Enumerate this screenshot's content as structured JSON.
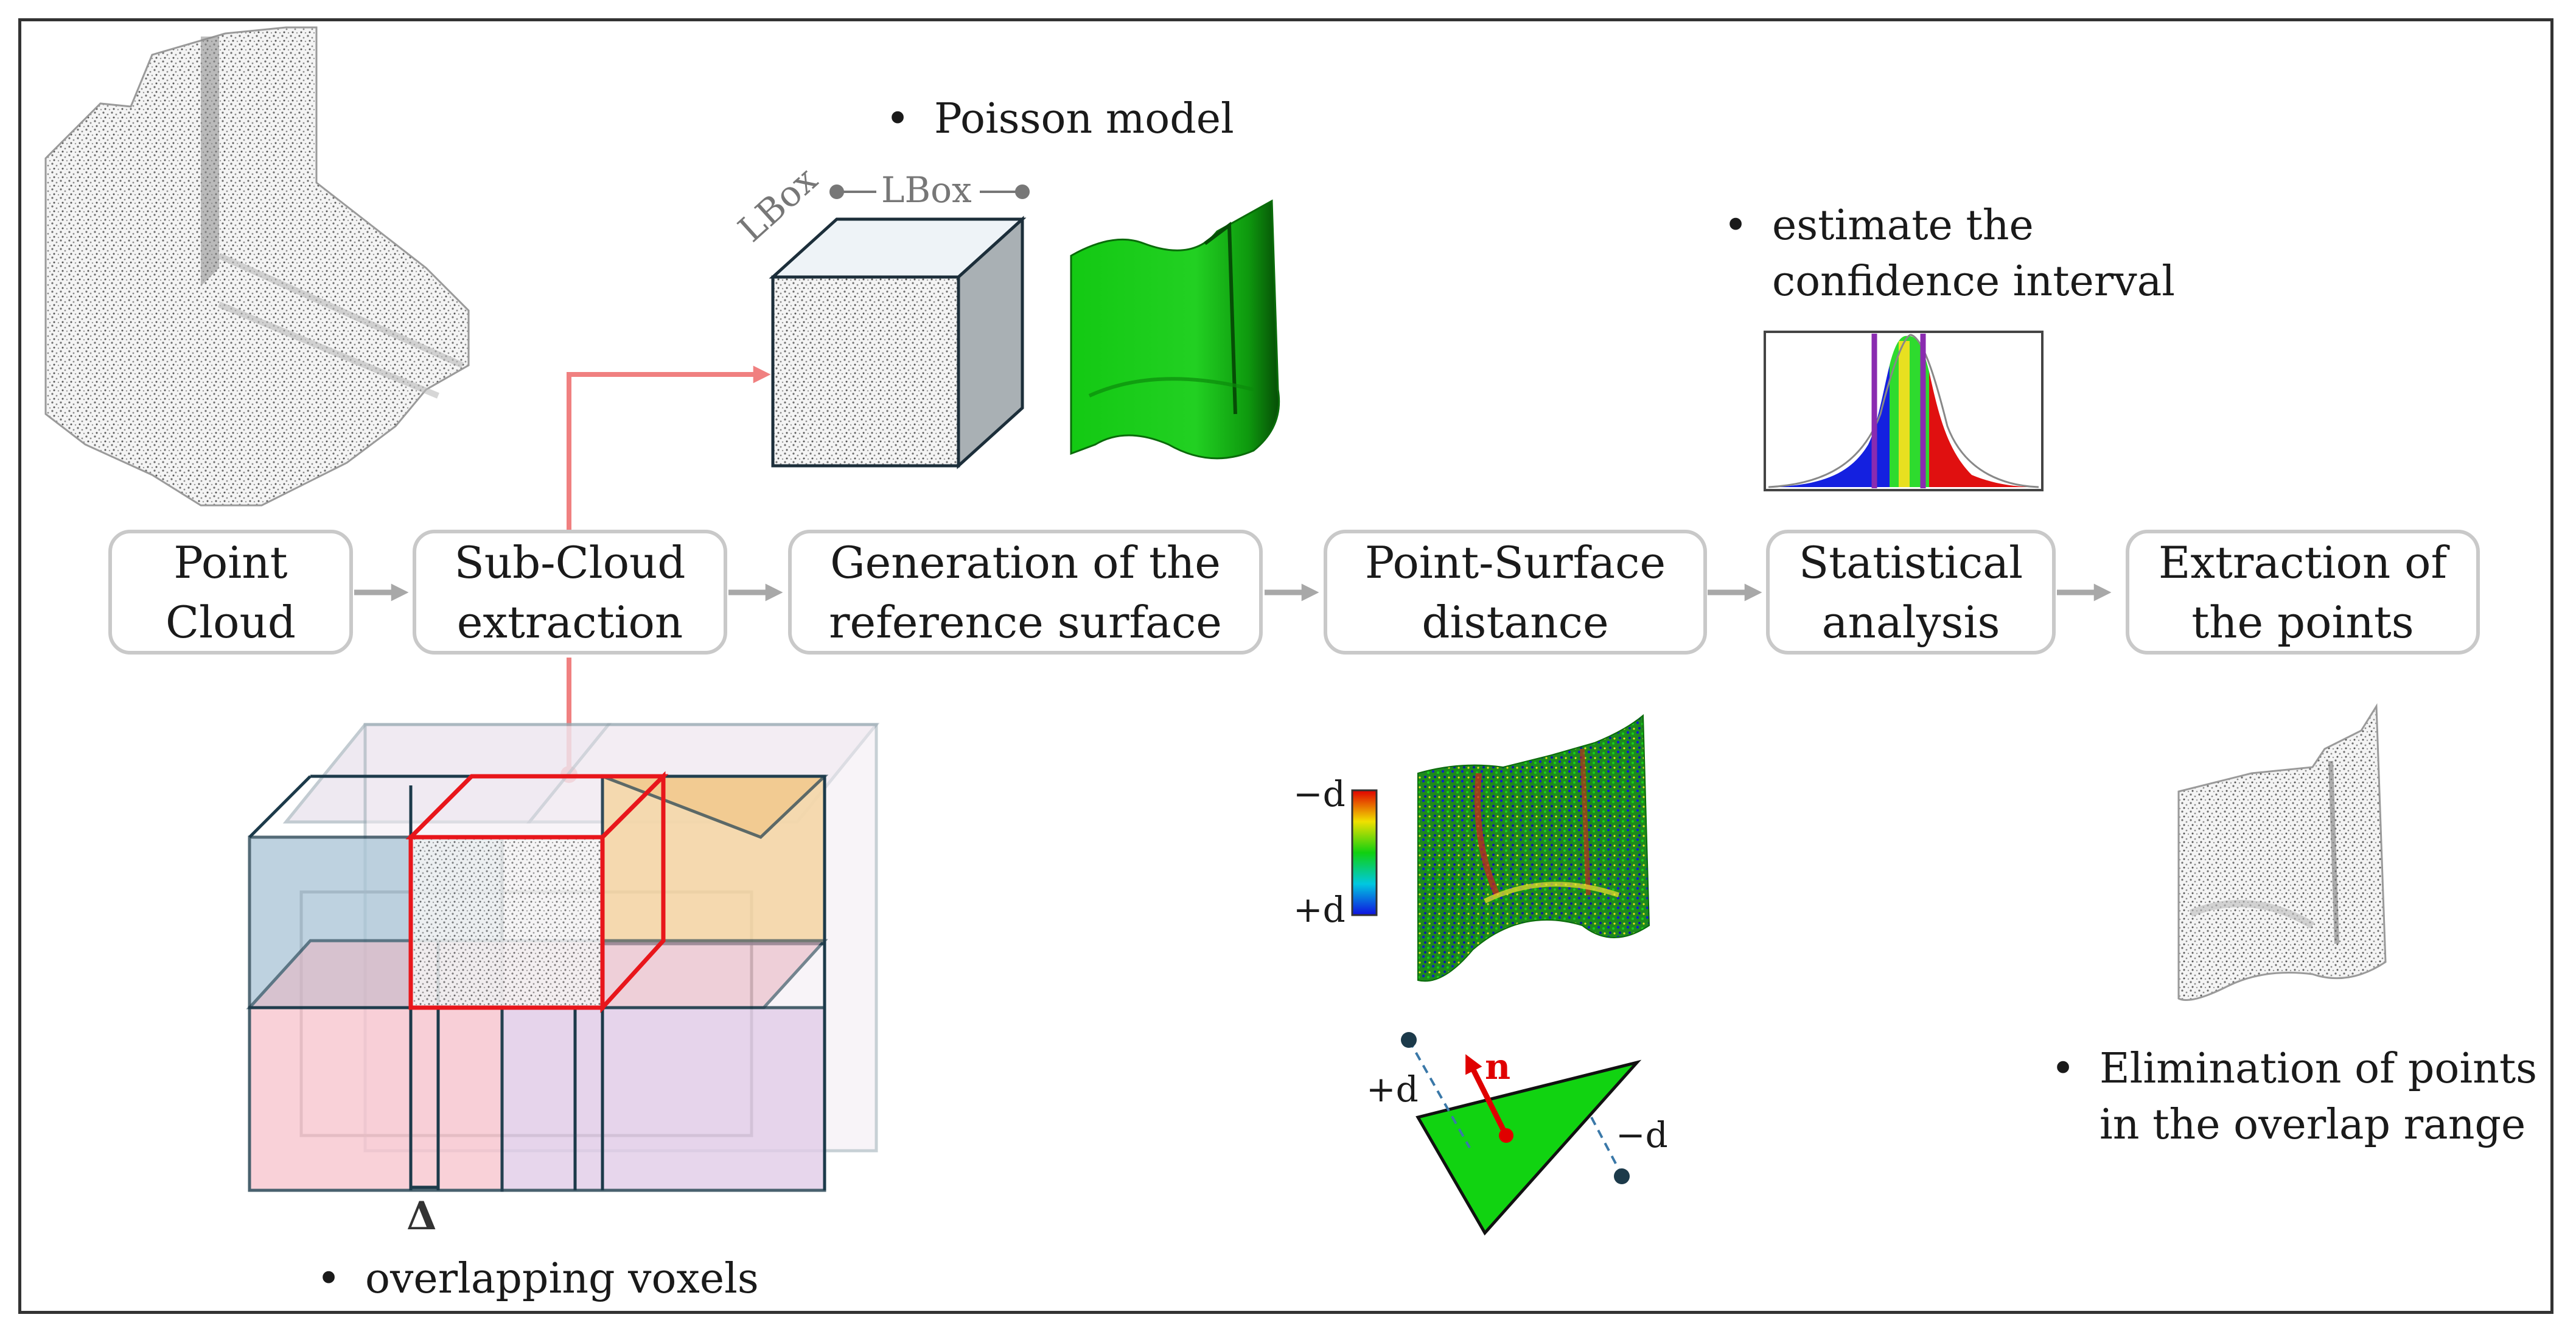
{
  "stages": [
    {
      "line1": "Point",
      "line2": "Cloud"
    },
    {
      "line1": "Sub-Cloud",
      "line2": "extraction"
    },
    {
      "line1": "Generation of the",
      "line2": "reference surface"
    },
    {
      "line1": "Point-Surface",
      "line2": "distance"
    },
    {
      "line1": "Statistical",
      "line2": "analysis"
    },
    {
      "line1": "Extraction of",
      "line2": "the points"
    }
  ],
  "annotations": {
    "poisson": "Poisson model",
    "confidence_1": "estimate the",
    "confidence_2": "confidence interval",
    "elimination_1": "Elimination of points",
    "elimination_2": "in the overlap range",
    "voxels": "overlapping voxels"
  },
  "labels": {
    "lbox_top": "LBox",
    "lbox_side": "LBox",
    "delta": "Δ",
    "minus_d_scale": "−d",
    "plus_d_scale": "+d",
    "plus_d_tri": "+d",
    "minus_d_tri": "−d",
    "normal": "n"
  },
  "colors": {
    "stage_border": "#c9c9c9",
    "arrow": "#a8a8a8",
    "highlight_arrow": "#f08080",
    "voxel_selected": "#e8161b",
    "surface_green": "#11c311"
  }
}
